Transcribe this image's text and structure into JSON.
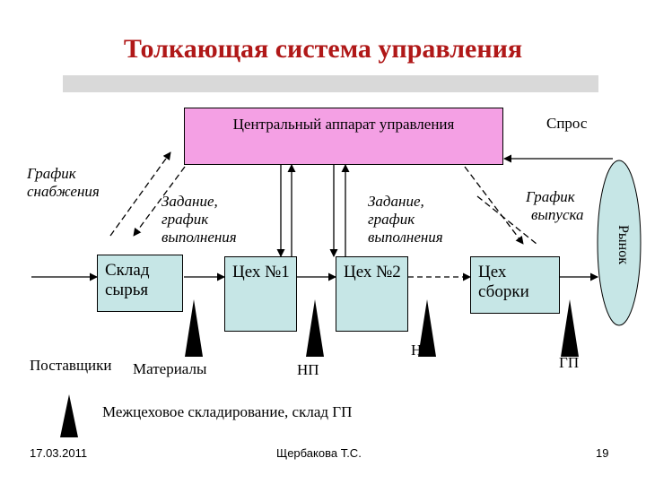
{
  "title": "Толкающая система управления",
  "central": "Центральный аппарат управления",
  "demand": "Спрос",
  "supply_schedule": [
    "График",
    "снабжения"
  ],
  "task_left": [
    "Задание,",
    "график",
    "выполнения"
  ],
  "task_mid": [
    "Задание,",
    "график",
    "выполнения"
  ],
  "release_schedule": [
    "График",
    "выпуска"
  ],
  "market": "Рынок",
  "raw_store": [
    "Склад",
    "сырья"
  ],
  "shop1": "Цех №1",
  "shop2": "Цех №2",
  "assembly": [
    "Цех",
    "сборки"
  ],
  "suppliers": "Поставщики",
  "materials": "Материалы",
  "wip1": "НП",
  "wip2": "НП",
  "finished": "ГП",
  "legend": "Межцеховое складирование, склад ГП",
  "footer": {
    "date": "17.03.2011",
    "author": "Щербакова Т.С.",
    "page": "19"
  },
  "colors": {
    "title": "#b01818",
    "central_fill": "#f4a0e4",
    "shop_fill": "#c6e6e6",
    "market_fill": "#c6e6e6"
  }
}
